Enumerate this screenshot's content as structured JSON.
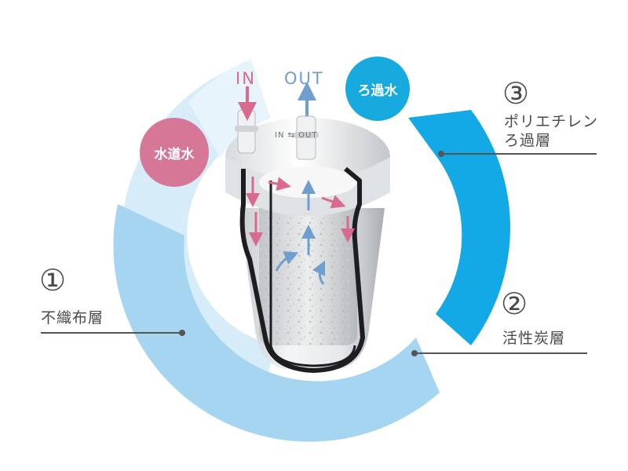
{
  "diagram": {
    "inlet_label": "IN",
    "outlet_label": "OUT",
    "cap_text": "IN ⇆ OUT",
    "tap_water_label": "水道水",
    "filtered_water_label": "ろ過水",
    "layers": [
      {
        "number": "①",
        "name_lines": [
          "不織布層"
        ]
      },
      {
        "number": "②",
        "name_lines": [
          "活性炭層"
        ]
      },
      {
        "number": "③",
        "name_lines": [
          "ポリエチレン",
          "ろ過層"
        ]
      }
    ]
  },
  "colors": {
    "inlet_pink": "#d96a8f",
    "tap_bubble": "#d77797",
    "outlet_blue": "#6f9fcf",
    "filtered_bubble": "#17aadf",
    "ring_light": "#cfe8f7",
    "ring_mid": "#a8d6f2",
    "ring_strong": "#12a9e6",
    "leader_line": "#555555",
    "text_gray": "#4a4a4a"
  }
}
